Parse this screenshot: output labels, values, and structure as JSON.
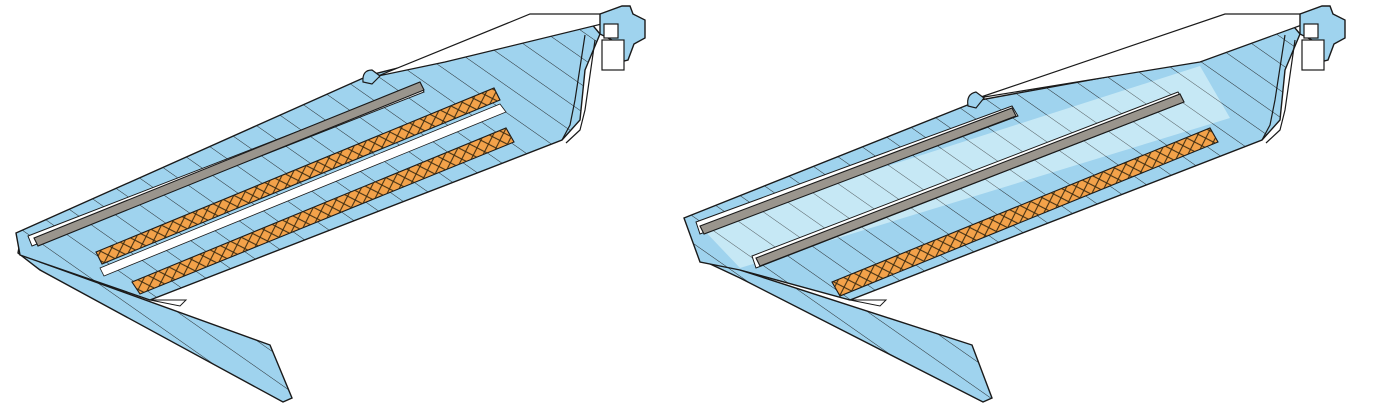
{
  "figure": {
    "panels": [
      {
        "id": "left",
        "absorber_rows": 1,
        "insulation_rows": 2
      },
      {
        "id": "right",
        "absorber_rows": 2,
        "insulation_rows": 1
      }
    ],
    "colors": {
      "housing": "#9fd3ee",
      "housing_light": "#a9dcee",
      "glazing_gap": "#cdebf6",
      "absorber": "#9a958d",
      "insulation": "#f3a24a",
      "outline": "#1a1a1a",
      "background": "#ffffff"
    }
  }
}
